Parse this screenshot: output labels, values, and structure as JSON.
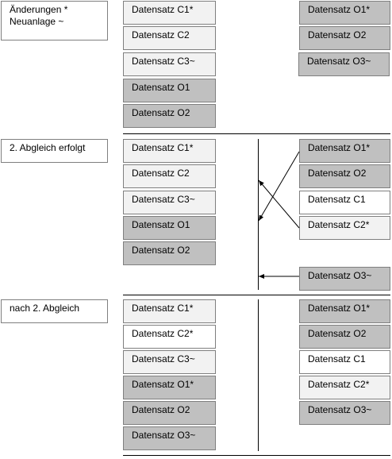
{
  "section1": {
    "label_line1": "Änderungen *",
    "label_line2": "Neuanlage ~",
    "left": [
      "Datensatz C1*",
      "Datensatz C2",
      "Datensatz C3~",
      "Datensatz O1",
      "Datensatz O2"
    ],
    "right": [
      "Datensatz O1*",
      "Datensatz O2",
      "Datensatz O3~"
    ]
  },
  "section2": {
    "label": "2. Abgleich erfolgt",
    "left": [
      "Datensatz C1*",
      "Datensatz C2",
      "Datensatz C3~",
      "Datensatz O1",
      "Datensatz O2"
    ],
    "right": [
      "Datensatz O1*",
      "Datensatz O2",
      "Datensatz C1",
      "Datensatz C2*",
      "Datensatz O3~"
    ]
  },
  "section3": {
    "label": "nach 2. Abgleich",
    "left": [
      "Datensatz C1*",
      "Datensatz C2*",
      "Datensatz C3~",
      "Datensatz O1*",
      "Datensatz O2",
      "Datensatz O3~"
    ],
    "right": [
      "Datensatz O1*",
      "Datensatz O2",
      "Datensatz C1",
      "Datensatz C2*",
      "Datensatz O3~"
    ]
  }
}
